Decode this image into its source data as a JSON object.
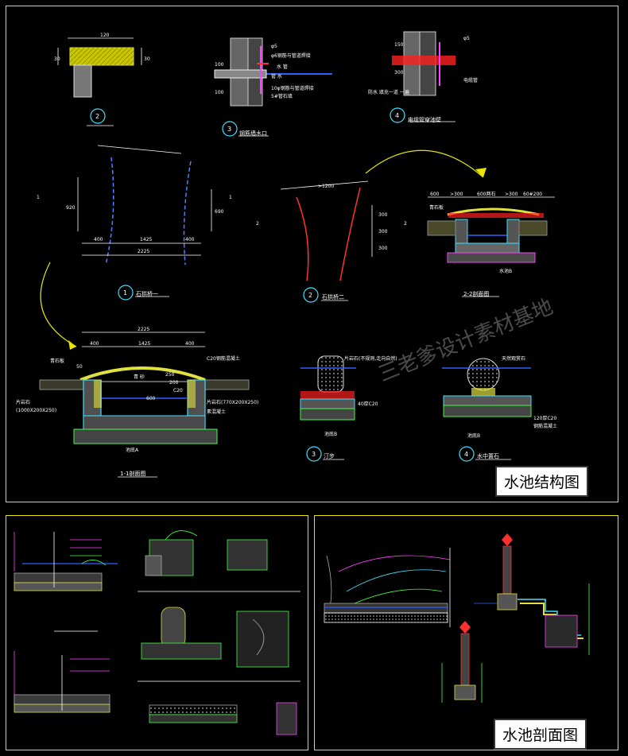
{
  "panels": {
    "top": {
      "title": "水池结构图"
    },
    "left": {},
    "right": {
      "title": "水池剖面图"
    }
  },
  "watermark": "三老爹设计素材基地",
  "details": {
    "d2": {
      "number": "2",
      "dim_top": "120",
      "dim_left": "30",
      "dim_right": "30"
    },
    "d3": {
      "number": "3",
      "label": "钢筋墙水口",
      "dims": [
        "100",
        "100"
      ],
      "notes": [
        "φ5",
        "φ6钢筋与管道焊接",
        "管 水",
        "10φ钢筋与管道焊接",
        "5#管石填",
        "水 管"
      ]
    },
    "d4": {
      "number": "4",
      "label": "电缆管穿池壁",
      "dims": [
        "150",
        "300"
      ],
      "notes": [
        "φ5",
        "电缆管",
        "防水 填充一道 一遍"
      ]
    },
    "plan1": {
      "number": "1",
      "label": "石拱桥一",
      "dims": [
        "920",
        "690",
        "400",
        "1425",
        "400",
        "2225"
      ],
      "marks": [
        "1",
        "1"
      ]
    },
    "plan2": {
      "number": "2",
      "label": "石拱桥二",
      "dims": [
        ">1200",
        "300",
        "300",
        "300"
      ],
      "marks": [
        "2",
        "2"
      ]
    },
    "sec22": {
      "label": "2-2剖面图",
      "dims": [
        "600",
        ">300",
        "600两石",
        ">300",
        "60#200"
      ],
      "notes": [
        "青石板",
        "水池B"
      ]
    },
    "sec11": {
      "label": "1-1剖面图",
      "dims": [
        "2225",
        "400",
        "1425",
        "400",
        "600",
        "250",
        "C20",
        "50",
        "200"
      ],
      "notes": [
        "C20钢筋混凝土",
        "青石板",
        "片岩石",
        "(1000X200X250)",
        "青 砂",
        "片岩石(770X200X250)",
        "素混凝土",
        "池底A"
      ]
    },
    "d3b": {
      "number": "3",
      "label": "汀步",
      "notes": [
        "片岩石(不规则,走向自然)",
        "40厚C20",
        "池底B"
      ]
    },
    "d4b": {
      "number": "4",
      "label": "水中置石",
      "notes": [
        "天然观赏石",
        "120厚C20",
        "钢筋混凝土",
        "池底B"
      ]
    }
  }
}
